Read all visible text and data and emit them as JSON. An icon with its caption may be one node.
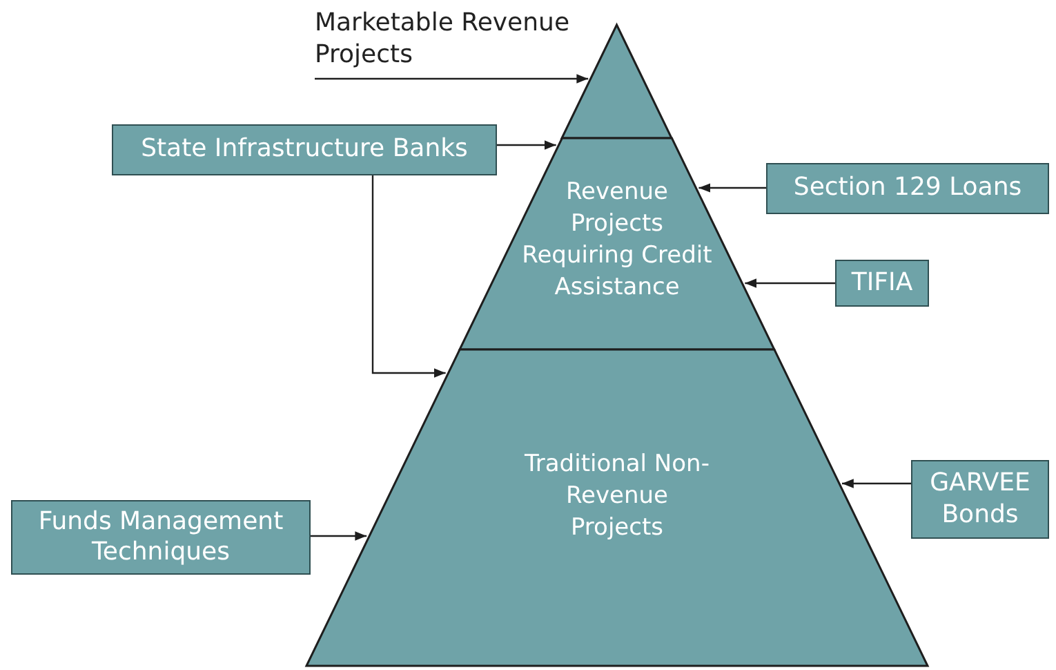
{
  "diagram": {
    "nodes": [
      {
        "text": [
          "Marketable Revenue Projects"
        ]
      },
      {
        "text": [],
        "shape": "triangle"
      },
      {
        "text": [
          "Revenue Projects Requiring Credit Assistance"
        ]
      },
      {
        "text": [
          "Traditional Non-Revenue Projects"
        ]
      },
      {
        "text": [
          "State Infrastructure Banks"
        ]
      },
      {
        "text": [
          "Section 129 Loans"
        ]
      },
      {
        "text": [
          "TIFIA"
        ]
      },
      {
        "text": [
          "GARVEE Bonds"
        ]
      },
      {
        "text": [
          "Funds Management Techniques"
        ]
      }
    ],
    "edges": [
      {
        "from": 0,
        "to": 1,
        "arrow": "to"
      },
      {
        "from": 4,
        "to": 2,
        "arrow": "to"
      },
      {
        "from": 4,
        "to": 3,
        "arrow": "to"
      },
      {
        "from": 5,
        "to": 2,
        "arrow": "to"
      },
      {
        "from": 6,
        "to": 2,
        "arrow": "to"
      },
      {
        "from": 7,
        "to": 3,
        "arrow": "to"
      },
      {
        "from": 8,
        "to": 3,
        "arrow": "to"
      }
    ]
  }
}
